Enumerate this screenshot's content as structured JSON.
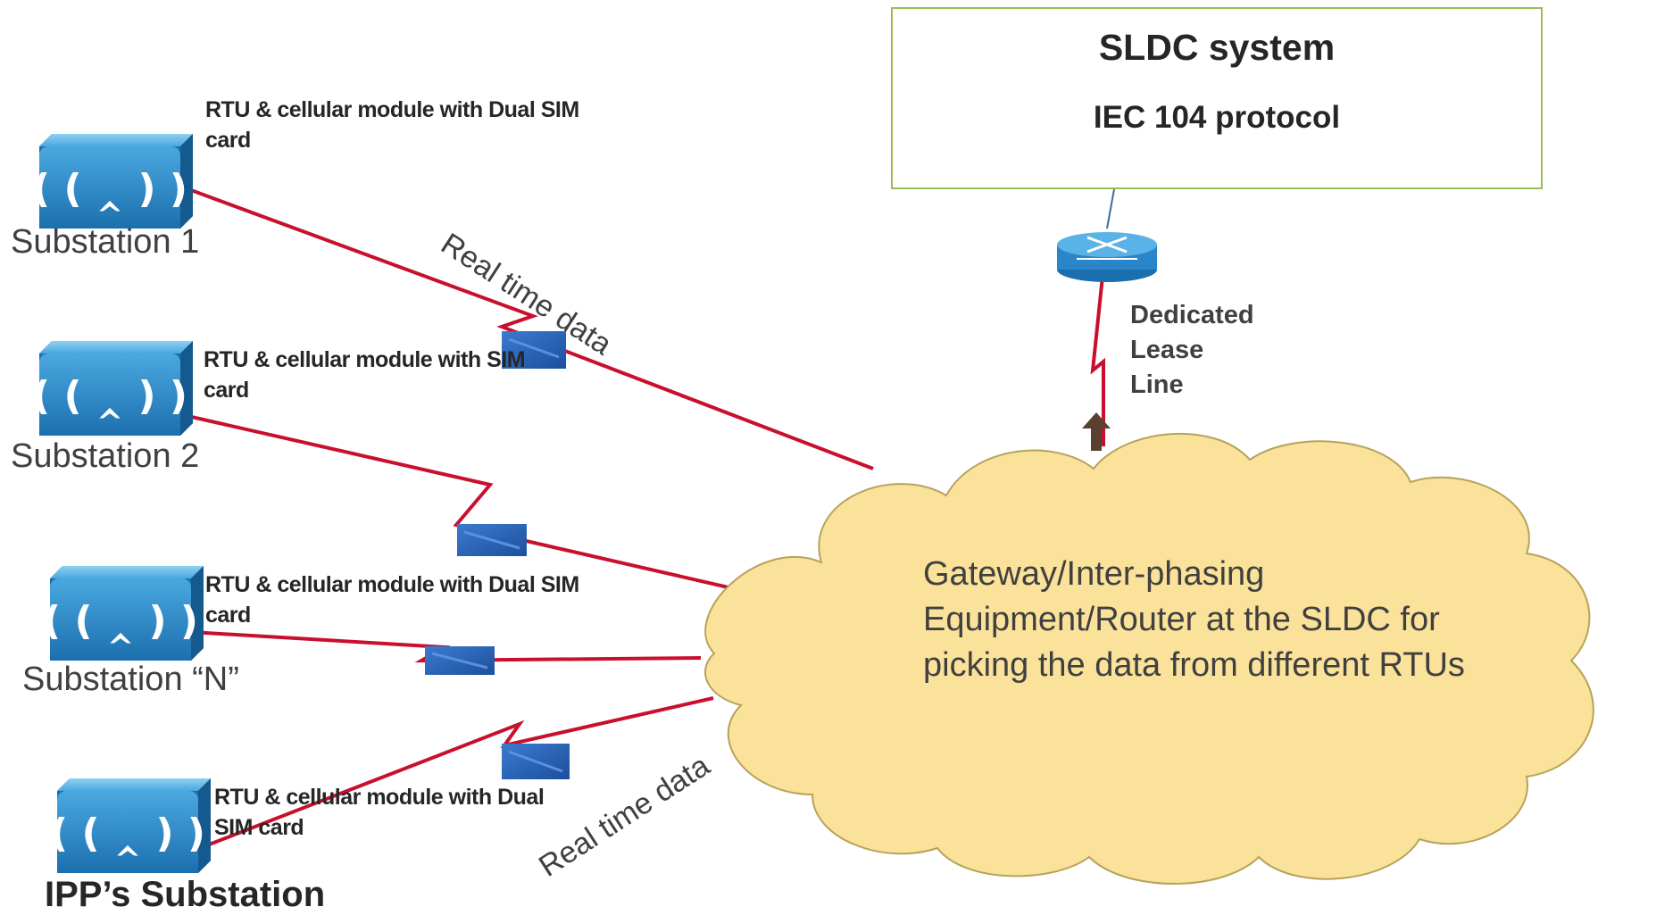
{
  "sldc": {
    "title": "SLDC system",
    "protocol": "IEC 104 protocol"
  },
  "lease_line_label": "Dedicated\nLease\nLine",
  "cloud_label": "Gateway/Inter-phasing Equipment/Router at the SLDC for picking the data from different RTUs",
  "real_time_label": "Real time data",
  "substations": [
    {
      "name": "Substation 1",
      "rtu_label": "RTU  & cellular module with Dual SIM card"
    },
    {
      "name": "Substation 2",
      "rtu_label": "RTU  & cellular module with SIM card"
    },
    {
      "name": "Substation “N”",
      "rtu_label": "RTU  & cellular module with Dual SIM card"
    },
    {
      "name": "IPP’s Substation",
      "rtu_label": "RTU & cellular module with Dual SIM card"
    }
  ],
  "icons": {
    "device": "wireless-access-point-icon",
    "router": "router-icon",
    "link": "serial-link-icon",
    "arrow": "up-arrow-icon",
    "cloud": "cloud-icon"
  },
  "colors": {
    "link_line": "#c8102e",
    "cloud_fill": "#fbe29a",
    "device_blue": "#2a86c9",
    "box_border": "#9bbb59",
    "arrow": "#5a4030"
  }
}
